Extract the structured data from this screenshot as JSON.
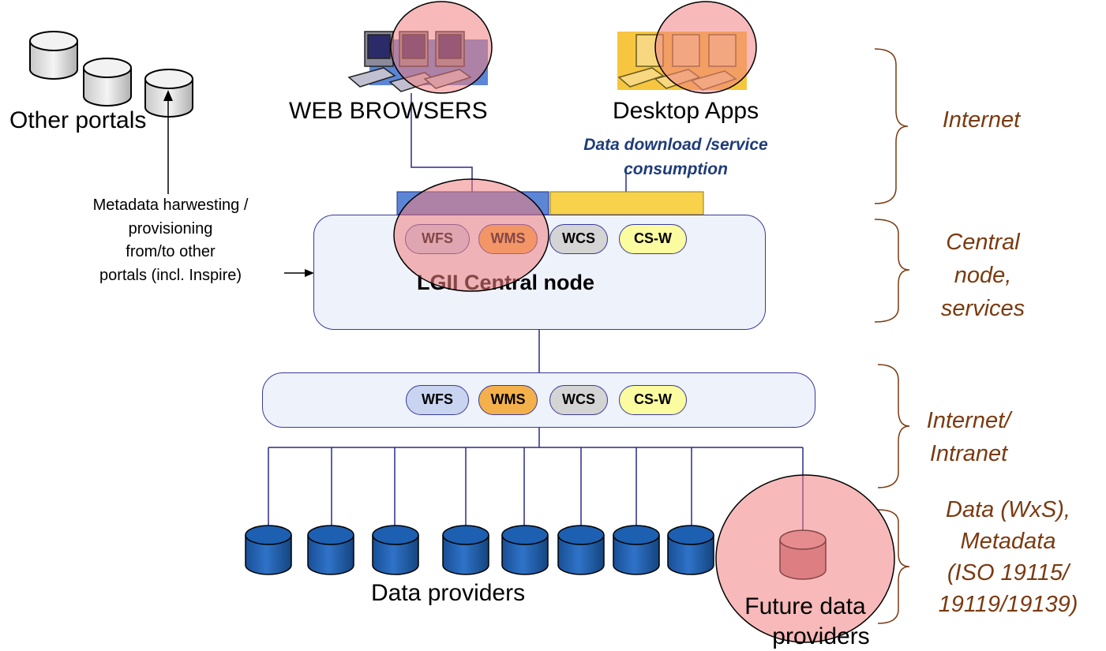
{
  "labels": {
    "other_portals": "Other portals",
    "web_browsers": "WEB BROWSERS",
    "desktop_apps": "Desktop Apps",
    "data_download": [
      "Data download /service",
      "consumption"
    ],
    "metadata_box": [
      "Metadata harwesting /",
      "provisioning",
      "from/to other",
      "portals (incl. Inspire)"
    ],
    "central_node": "LGII Central node",
    "data_providers": "Data providers",
    "future_data_providers": [
      "Future data",
      "providers"
    ]
  },
  "central_services": [
    "WFS",
    "WMS",
    "WCS",
    "CS-W"
  ],
  "provider_services": [
    "WFS",
    "WMS",
    "WCS",
    "CS-W"
  ],
  "tiers": {
    "internet": [
      "Internet"
    ],
    "central": [
      "Central",
      "node,",
      "services"
    ],
    "intranet": [
      "Internet/",
      "Intranet"
    ],
    "data": [
      "Data (WxS),",
      "Metadata",
      "(ISO 19115/",
      "19119/19139)"
    ]
  },
  "colors": {
    "highlight_circle": "#f08080",
    "node_fill": "#eef2fa",
    "node_border": "#3a3a9a",
    "provider_db": "#1d5fb0",
    "tier_text": "#7a3a10",
    "download_text": "#1f3b78",
    "web_bar": "#5b86d6",
    "desktop_bar": "#f7d24a",
    "wfs_pill": "#c9d4f0",
    "wms_pill": "#f4b04a",
    "wcs_pill": "#d4d4d4",
    "csw_pill": "#fbfba0"
  }
}
